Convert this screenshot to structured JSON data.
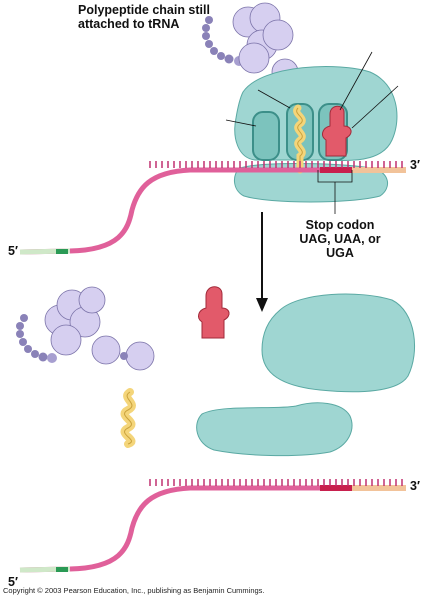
{
  "labels": {
    "title": "Polypeptide chain still attached to tRNA",
    "stop_codon": "Stop codon UAG, UAA, or UGA",
    "five_prime": "5′",
    "three_prime": "3′",
    "copyright": "Copyright © 2003 Pearson Education, Inc., publishing as Benjamin Cummings."
  },
  "colors": {
    "ribosome": "#9fd6d2",
    "ribosome_edge": "#5aa9a3",
    "mrna": "#e0609a",
    "stop_codon": "#c8204e",
    "three_prime_tail": "#f2c39a",
    "five_prime_tail": "#cfe8c8",
    "trna_yellow": "#f4d57a",
    "release_factor": "#e25a6a",
    "bead_light": "#d6cff0",
    "bead_dark": "#8a82b8"
  }
}
